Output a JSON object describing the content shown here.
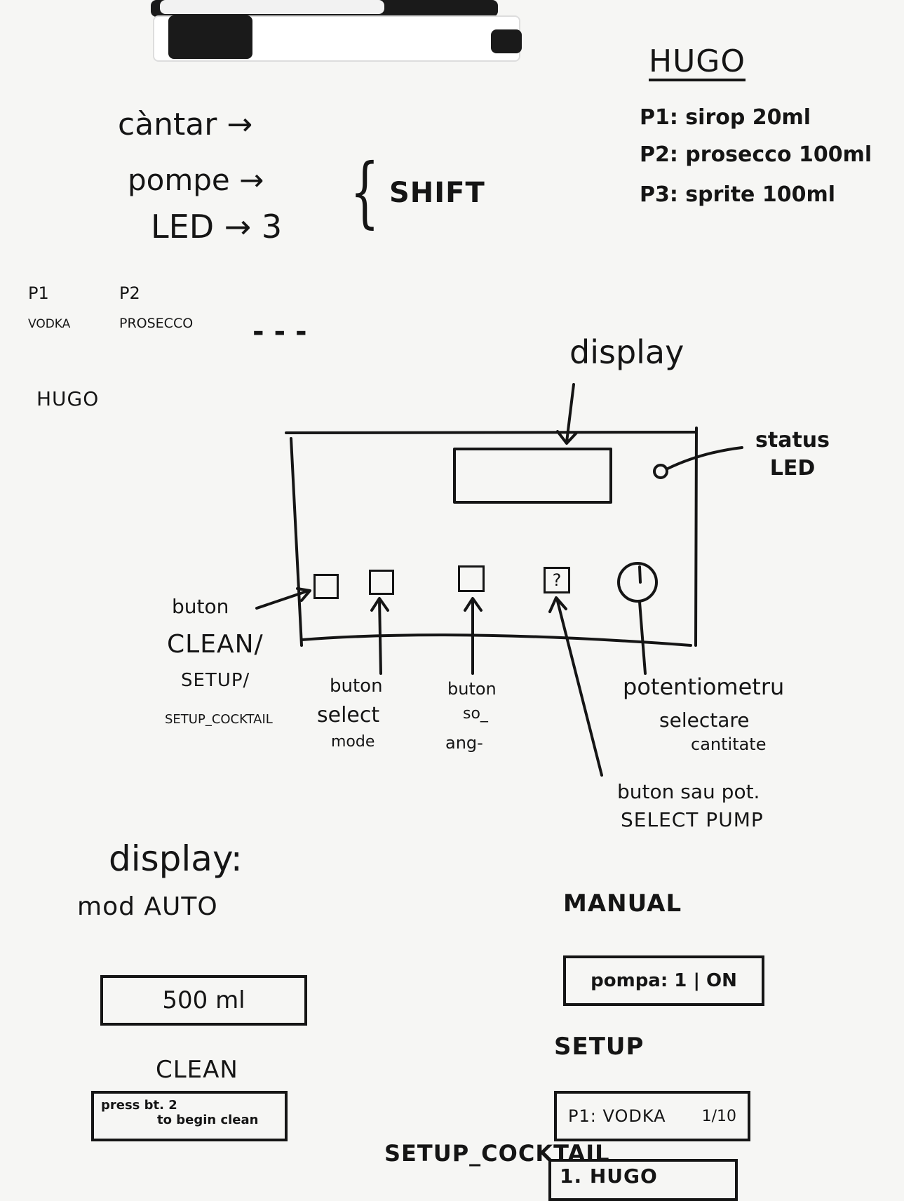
{
  "top_notes": {
    "line1": "càntar →",
    "line2": "pompe →",
    "line3": "LED → 3",
    "shift": "SHIFT"
  },
  "recipe": {
    "title": "HUGO",
    "p1": "P1: sirop 20ml",
    "p2": "P2: prosecco 100ml",
    "p3": "P3: sprite 100ml"
  },
  "pumps_row": {
    "p1": "P1",
    "p2": "P2",
    "p1_drink": "VODKA",
    "p2_drink": "PROSECCO",
    "ellipsis": "- - -"
  },
  "hugo_label": "HUGO",
  "device": {
    "display_label": "display",
    "status_led_label": "status LED",
    "button_question_mark": "?"
  },
  "annotations": {
    "btn_clean_title": "buton",
    "btn_clean_line1": "CLEAN/",
    "btn_clean_line2": "SETUP/",
    "btn_clean_line3": "SETUP_COCKTAIL",
    "btn_select_title": "buton",
    "btn_select_line1": "select",
    "btn_select_line2": "mode",
    "btn_pour_title": "buton",
    "btn_pour_line1": "so_",
    "btn_pour_line2": "ang-",
    "pot_line1": "potentiometru",
    "pot_line2": "selectare",
    "pot_line3": "cantitate",
    "btn_pot_line1": "buton sau pot.",
    "btn_pot_line2": "SELECT PUMP"
  },
  "display_modes": {
    "title": "display:",
    "auto_label": "mod AUTO",
    "auto_screen": "500 ml",
    "manual_label": "MANUAL",
    "manual_screen": "pompa: 1 | ON",
    "clean_label": "CLEAN",
    "clean_screen_line1": "press bt. 2",
    "clean_screen_line2": "to begin clean",
    "setup_label": "SETUP",
    "setup_screen_left": "P1: VODKA",
    "setup_screen_right": "1/10",
    "setup_cocktail_label": "SETUP_COCKTAIL",
    "setup_cocktail_screen": "1. HUGO"
  }
}
